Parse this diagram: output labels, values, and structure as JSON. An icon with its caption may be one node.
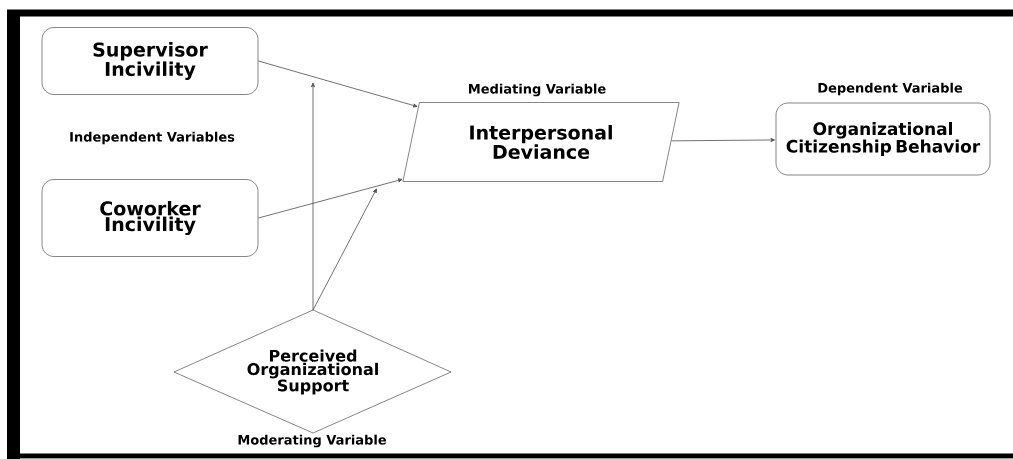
{
  "diagram": {
    "nodes": [
      {
        "text": [
          "Supervisor Incivility"
        ]
      },
      {
        "text": [
          "Coworker Incivility"
        ]
      },
      {
        "text": [
          "Interpersonal Deviance"
        ],
        "beside": [
          "Mediating Variable"
        ]
      },
      {
        "text": [
          "Organizational Citizenship Behavior"
        ],
        "beside": [
          "Dependent Variable"
        ]
      },
      {
        "text": [
          "Perceived Organizational Support"
        ],
        "beside": [
          "Moderating Variable"
        ]
      }
    ],
    "edges": [
      {
        "from": 0,
        "to": 2,
        "arrow": "to"
      },
      {
        "from": 1,
        "to": 2,
        "arrow": "to"
      },
      {
        "from": 2,
        "to": 3,
        "arrow": "to"
      },
      {
        "from": 4,
        "to": null,
        "arrow": "to"
      },
      {
        "from": 4,
        "to": null,
        "arrow": "to"
      }
    ],
    "labels": [
      "Independent Variables"
    ]
  }
}
